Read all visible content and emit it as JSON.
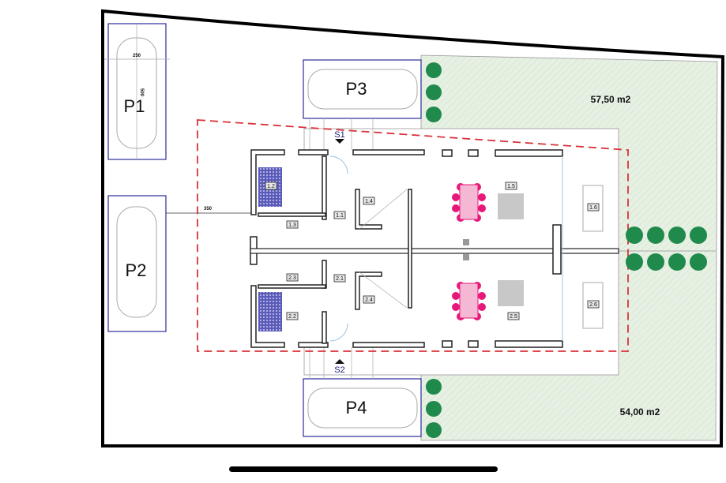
{
  "plan": {
    "parking": [
      {
        "label": "P1"
      },
      {
        "label": "P2"
      },
      {
        "label": "P3"
      },
      {
        "label": "P4"
      }
    ],
    "areas": {
      "top": "57,50 m2",
      "bottom": "54,00 m2"
    },
    "sections": {
      "s1": "S1",
      "s2": "S2"
    },
    "dimensions": {
      "p1_width": "250",
      "p1_length": "500",
      "setback": "350"
    },
    "rooms": {
      "r11": "1.1",
      "r12": "1.2",
      "r13": "1.3",
      "r14": "1.4",
      "r15": "1.5",
      "r16": "1.6",
      "r21": "2.1",
      "r22": "2.2",
      "r23": "2.3",
      "r24": "2.4",
      "r25": "2.5",
      "r26": "2.6"
    },
    "colors": {
      "boundary_dashed": "#d9333a",
      "parking_outline": "#2b2b9a",
      "garden": "#e6f0e3",
      "tree": "#1f8a4c",
      "table": "#e8177a"
    }
  }
}
